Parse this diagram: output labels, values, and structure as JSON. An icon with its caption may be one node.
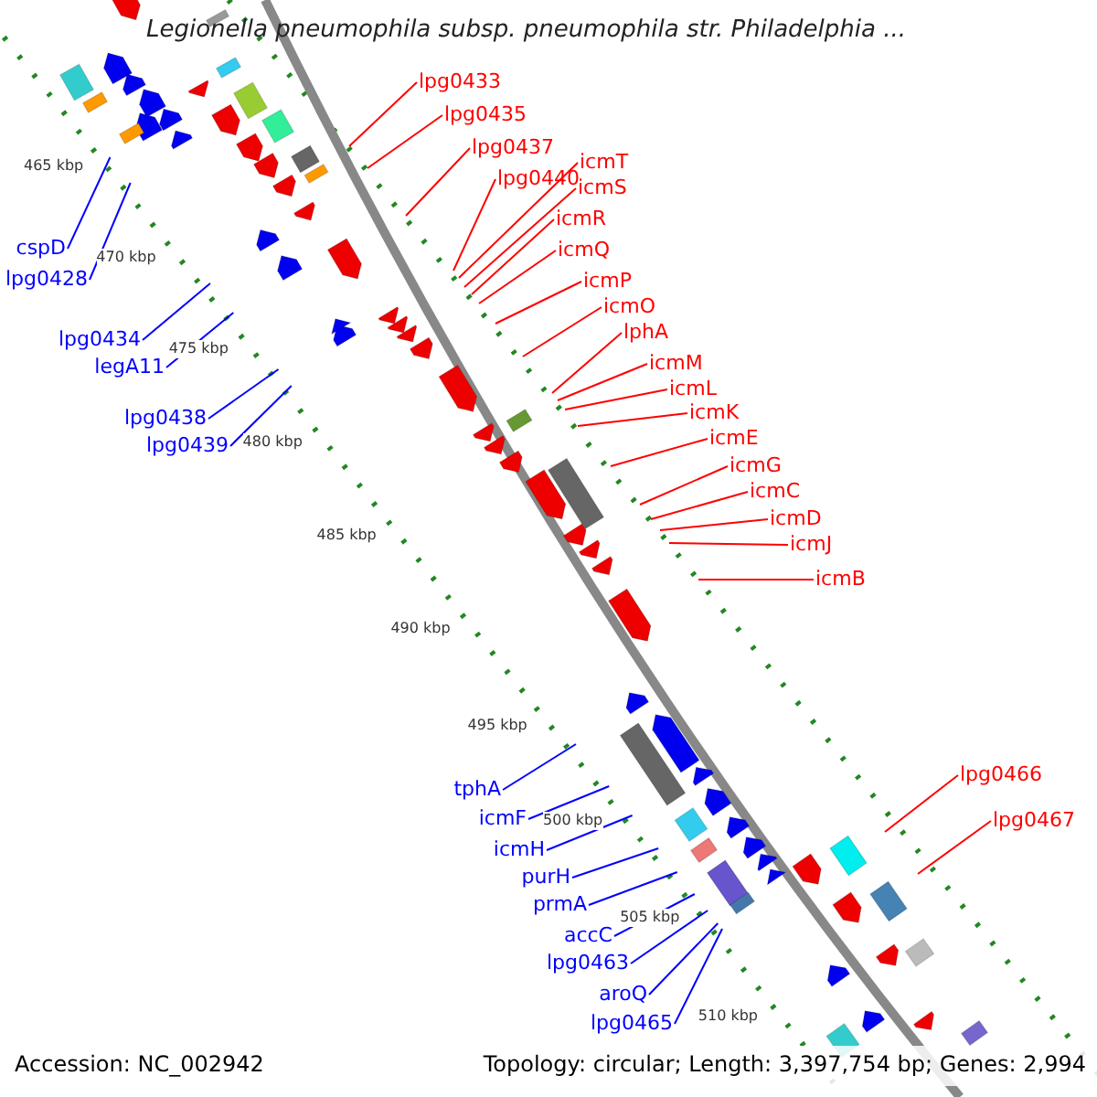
{
  "diagram": {
    "title": "Legionella pneumophila subsp. pneumophila str. Philadelphia ...",
    "nodes": [
      {
        "text": [
          "lpg0433"
        ]
      },
      {
        "text": [
          "lpg0435"
        ]
      },
      {
        "text": [
          "lpg0437"
        ]
      },
      {
        "text": [
          "lpg0440"
        ]
      },
      {
        "text": [
          "icmT"
        ]
      },
      {
        "text": [
          "icmS"
        ]
      },
      {
        "text": [
          "icmR"
        ]
      },
      {
        "text": [
          "icmQ"
        ]
      },
      {
        "text": [
          "icmP"
        ]
      },
      {
        "text": [
          "icmO"
        ]
      },
      {
        "text": [
          "lphA"
        ]
      },
      {
        "text": [
          "icmM"
        ]
      },
      {
        "text": [
          "icmL"
        ]
      },
      {
        "text": [
          "icmK"
        ]
      },
      {
        "text": [
          "icmE"
        ]
      },
      {
        "text": [
          "icmG"
        ]
      },
      {
        "text": [
          "icmC"
        ]
      },
      {
        "text": [
          "icmD"
        ]
      },
      {
        "text": [
          "icmJ"
        ]
      },
      {
        "text": [
          "icmB"
        ]
      },
      {
        "text": [
          "lpg0466"
        ]
      },
      {
        "text": [
          "lpg0467"
        ]
      },
      {
        "text": [
          "cspD"
        ]
      },
      {
        "text": [
          "lpg0428"
        ]
      },
      {
        "text": [
          "lpg0434"
        ]
      },
      {
        "text": [
          "legA11"
        ]
      },
      {
        "text": [
          "lpg0438"
        ]
      },
      {
        "text": [
          "lpg0439"
        ]
      },
      {
        "text": [
          "tphA"
        ]
      },
      {
        "text": [
          "icmF"
        ]
      },
      {
        "text": [
          "icmH"
        ]
      },
      {
        "text": [
          "purH"
        ]
      },
      {
        "text": [
          "prmA"
        ]
      },
      {
        "text": [
          "accC"
        ]
      },
      {
        "text": [
          "lpg0463"
        ]
      },
      {
        "text": [
          "aroQ"
        ]
      },
      {
        "text": [
          "lpg0465"
        ]
      }
    ],
    "edges": [
      {
        "from": 0,
        "to": null,
        "arrow": "none"
      },
      {
        "from": 1,
        "to": null,
        "arrow": "none"
      },
      {
        "from": 2,
        "to": null,
        "arrow": "none"
      },
      {
        "from": 3,
        "to": null,
        "arrow": "none"
      },
      {
        "from": 4,
        "to": null,
        "arrow": "none"
      },
      {
        "from": 5,
        "to": null,
        "arrow": "none"
      },
      {
        "from": 6,
        "to": null,
        "arrow": "none"
      },
      {
        "from": 7,
        "to": null,
        "arrow": "none"
      },
      {
        "from": 8,
        "to": null,
        "arrow": "none"
      },
      {
        "from": 9,
        "to": null,
        "arrow": "none"
      },
      {
        "from": 10,
        "to": null,
        "arrow": "none"
      },
      {
        "from": 11,
        "to": null,
        "arrow": "none"
      },
      {
        "from": 12,
        "to": null,
        "arrow": "none"
      },
      {
        "from": 13,
        "to": null,
        "arrow": "none"
      },
      {
        "from": 14,
        "to": null,
        "arrow": "none"
      },
      {
        "from": 15,
        "to": null,
        "arrow": "none"
      },
      {
        "from": 16,
        "to": null,
        "arrow": "none"
      },
      {
        "from": 17,
        "to": null,
        "arrow": "none"
      },
      {
        "from": 18,
        "to": null,
        "arrow": "none"
      },
      {
        "from": 19,
        "to": null,
        "arrow": "none"
      },
      {
        "from": 20,
        "to": null,
        "arrow": "none"
      },
      {
        "from": 21,
        "to": null,
        "arrow": "none"
      },
      {
        "from": 22,
        "to": null,
        "arrow": "none",
        "color": "#0000ff"
      },
      {
        "from": 23,
        "to": null,
        "arrow": "none",
        "color": "#0000ff"
      },
      {
        "from": 24,
        "to": null,
        "arrow": "none",
        "color": "#0000ff"
      },
      {
        "from": 25,
        "to": null,
        "arrow": "none",
        "color": "#0000ff"
      },
      {
        "from": 26,
        "to": null,
        "arrow": "none",
        "color": "#0000ff"
      },
      {
        "from": 27,
        "to": null,
        "arrow": "none",
        "color": "#0000ff"
      },
      {
        "from": 28,
        "to": null,
        "arrow": "none",
        "color": "#0000ff"
      },
      {
        "from": 29,
        "to": null,
        "arrow": "none",
        "color": "#0000ff"
      },
      {
        "from": 30,
        "to": null,
        "arrow": "none",
        "color": "#0000ff"
      },
      {
        "from": 31,
        "to": null,
        "arrow": "none",
        "color": "#0000ff"
      },
      {
        "from": 32,
        "to": null,
        "arrow": "none",
        "color": "#0000ff"
      },
      {
        "from": 33,
        "to": null,
        "arrow": "none",
        "color": "#0000ff"
      },
      {
        "from": 34,
        "to": null,
        "arrow": "none",
        "color": "#0000ff"
      },
      {
        "from": 35,
        "to": null,
        "arrow": "none",
        "color": "#0000ff"
      },
      {
        "from": 36,
        "to": null,
        "arrow": "none",
        "color": "#0000ff"
      }
    ],
    "labels": [
      "465 kbp",
      "470 kbp",
      "475 kbp",
      "480 kbp",
      "485 kbp",
      "490 kbp",
      "495 kbp",
      "500 kbp",
      "505 kbp",
      "510 kbp",
      "Accession: NC_002942",
      "Topology: circular; Length: 3,397,754 bp; Genes: 2,994"
    ]
  }
}
